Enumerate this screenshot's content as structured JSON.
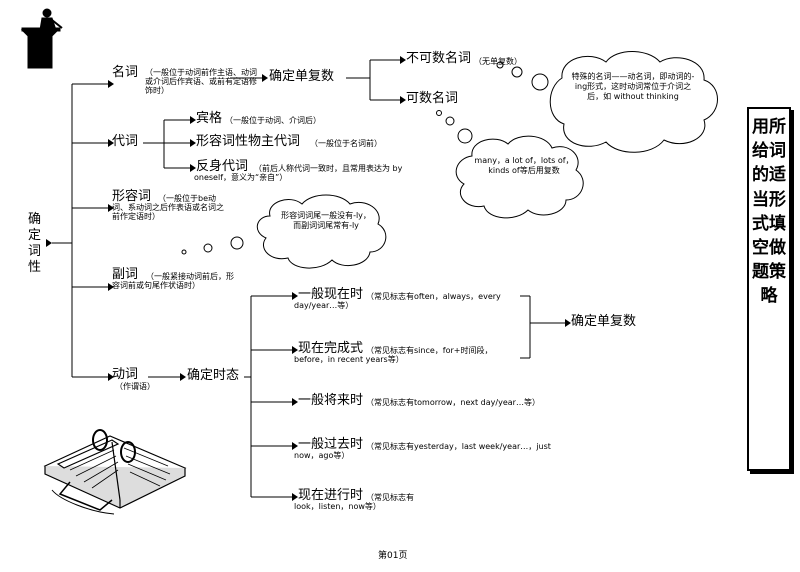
{
  "root": "确定词性",
  "noun": {
    "label": "名词",
    "note": "（一般位于动词前作主语、动词或介词后作宾语、或前有定语修饰时）",
    "step": "确定单复数",
    "uncountable": "不可数名词",
    "uncountable_note": "（无单复数）",
    "countable": "可数名词"
  },
  "pronoun": {
    "label": "代词",
    "objective": "宾格",
    "objective_note": "（一般位于动词、介词后）",
    "possessive": "形容词性物主代词",
    "possessive_note": "（一般位于名词前）",
    "reflexive": "反身代词",
    "reflexive_note": "（前后人称代词一致时，且常用表达为 by oneself，意义为“亲自”）"
  },
  "adjective": {
    "label": "形容词",
    "note": "（一般位于be动词、系动词之后作表语或名词之前作定语时）"
  },
  "adverb": {
    "label": "副词",
    "note": "（一般紧接动词前后，形容词前或句尾作状语时）"
  },
  "verb": {
    "label": "动词",
    "sub": "（作谓语）",
    "step": "确定时态",
    "tenses": [
      {
        "name": "一般现在时",
        "note": "（常见标志有often，always，every day/year…等）"
      },
      {
        "name": "现在完成式",
        "note": "（常见标志有since，for+时间段，before，in recent years等）"
      },
      {
        "name": "一般将来时",
        "note": "（常见标志有tomorrow，next day/year…等）"
      },
      {
        "name": "一般过去时",
        "note": "（常见标志有yesterday，last week/year…，just now，ago等）"
      },
      {
        "name": "现在进行时",
        "note": "（常见标志有look，listen，now等）"
      }
    ],
    "tense_step": "确定单复数"
  },
  "clouds": {
    "gerund": "特殊的名词——动名词，即动词的-ing形式，这时动词常位于介词之后，如 without thinking",
    "many": "many，a lot of，lots of，kinds of等后用复数",
    "adj": "形容词词尾一般没有-ly，而副词词尾常有-ly"
  },
  "title": "用所给词的适当形式填空做题策略",
  "page": "第01页",
  "icons": [
    "speaker-at-podium-icon",
    "open-book-icon"
  ]
}
